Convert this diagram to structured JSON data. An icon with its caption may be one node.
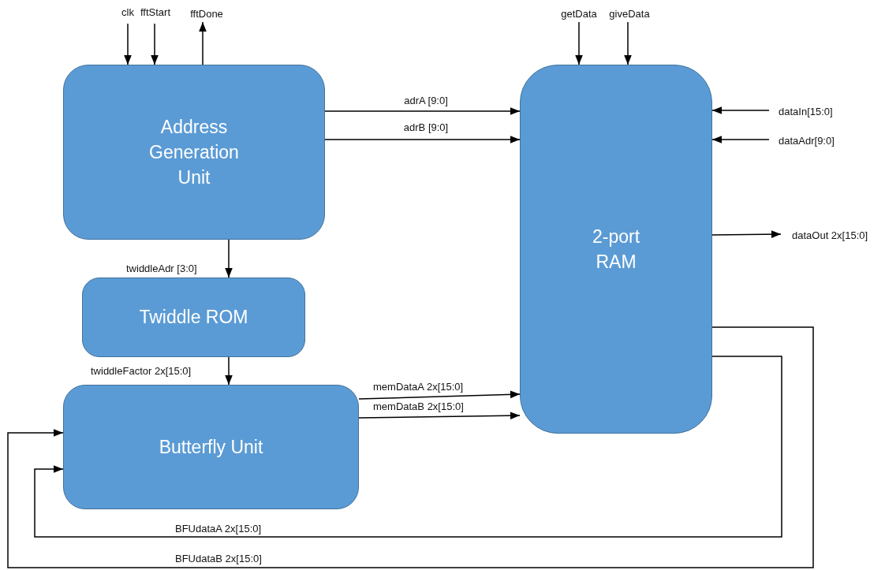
{
  "diagram": {
    "nodes": [
      {
        "text": [
          "Address Generation Unit"
        ]
      },
      {
        "text": [
          "Twiddle ROM"
        ]
      },
      {
        "text": [
          "Butterfly Unit"
        ]
      },
      {
        "text": [
          "2-port RAM"
        ]
      }
    ],
    "edges": [
      {
        "from": null,
        "to": 0,
        "arrow": "to",
        "label": "clk"
      },
      {
        "from": null,
        "to": 0,
        "arrow": "to",
        "label": "fftStart"
      },
      {
        "from": 0,
        "to": null,
        "arrow": "to",
        "label": "fftDone"
      },
      {
        "from": null,
        "to": 3,
        "arrow": "to",
        "label": "getData"
      },
      {
        "from": null,
        "to": 3,
        "arrow": "to",
        "label": "giveData"
      },
      {
        "from": 0,
        "to": 3,
        "arrow": "to",
        "label": "adrA [9:0]"
      },
      {
        "from": null,
        "to": 3,
        "arrow": "to",
        "label": "dataIn[15:0]"
      },
      {
        "from": 0,
        "to": 3,
        "arrow": "to",
        "label": "adrB [9:0]"
      },
      {
        "from": null,
        "to": 3,
        "arrow": "to",
        "label": "dataAdr[9:0]"
      },
      {
        "from": 3,
        "to": null,
        "arrow": "to",
        "label": "dataOut 2x[15:0]"
      },
      {
        "from": 0,
        "to": 1,
        "arrow": "to",
        "label": "twiddleAdr [3:0]"
      },
      {
        "from": 1,
        "to": 2,
        "arrow": "to",
        "label": "twiddleFactor 2x[15:0]"
      },
      {
        "from": 2,
        "to": 3,
        "arrow": "to",
        "label": "memDataA 2x[15:0]"
      },
      {
        "from": 2,
        "to": 3,
        "arrow": "to",
        "label": "memDataB 2x[15:0]"
      },
      {
        "from": 3,
        "to": 2,
        "arrow": "to",
        "label": "BFUdataA 2x[15:0]"
      },
      {
        "from": 3,
        "to": 2,
        "arrow": "to",
        "label": "BFUdataB 2x[15:0]"
      }
    ]
  }
}
